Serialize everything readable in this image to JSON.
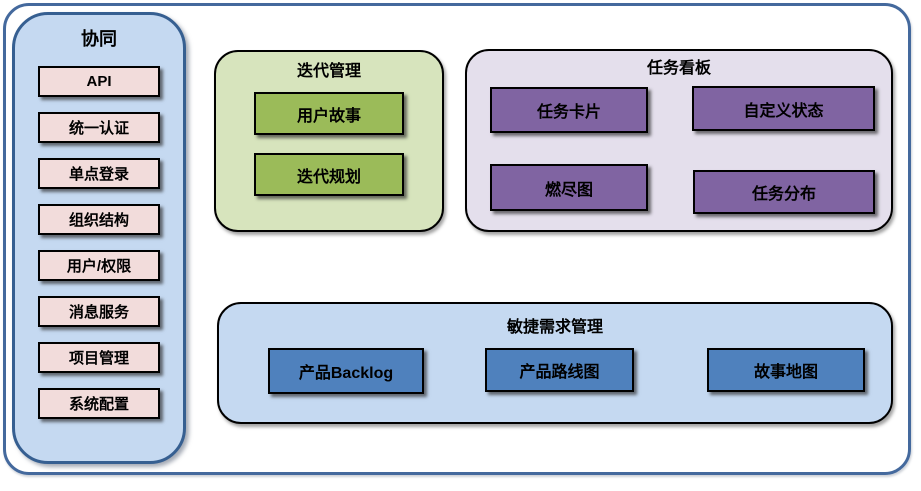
{
  "sidebar": {
    "title": "协同",
    "items": [
      "API",
      "统一认证",
      "单点登录",
      "组织结构",
      "用户/权限",
      "消息服务",
      "项目管理",
      "系统配置"
    ]
  },
  "iteration": {
    "title": "迭代管理",
    "items": [
      "用户故事",
      "迭代规划"
    ]
  },
  "kanban": {
    "title": "任务看板",
    "items": [
      "任务卡片",
      "自定义状态",
      "燃尽图",
      "任务分布"
    ]
  },
  "agile": {
    "title": "敏捷需求管理",
    "items": [
      "产品Backlog",
      "产品路线图",
      "故事地图"
    ]
  },
  "colors": {
    "outer_border": "#44699d",
    "sidebar_fill": "#c5d9f1",
    "sidebar_border": "#365f91",
    "sidebar_item_fill": "#f2dcdb",
    "iteration_fill": "#d7e4bd",
    "iteration_item_fill": "#9bbb59",
    "kanban_fill": "#e4dfec",
    "kanban_item_fill": "#8064a2",
    "agile_fill": "#c5d9f1",
    "agile_item_fill": "#4f81bd",
    "item_border": "#000000",
    "text": "#000000"
  }
}
